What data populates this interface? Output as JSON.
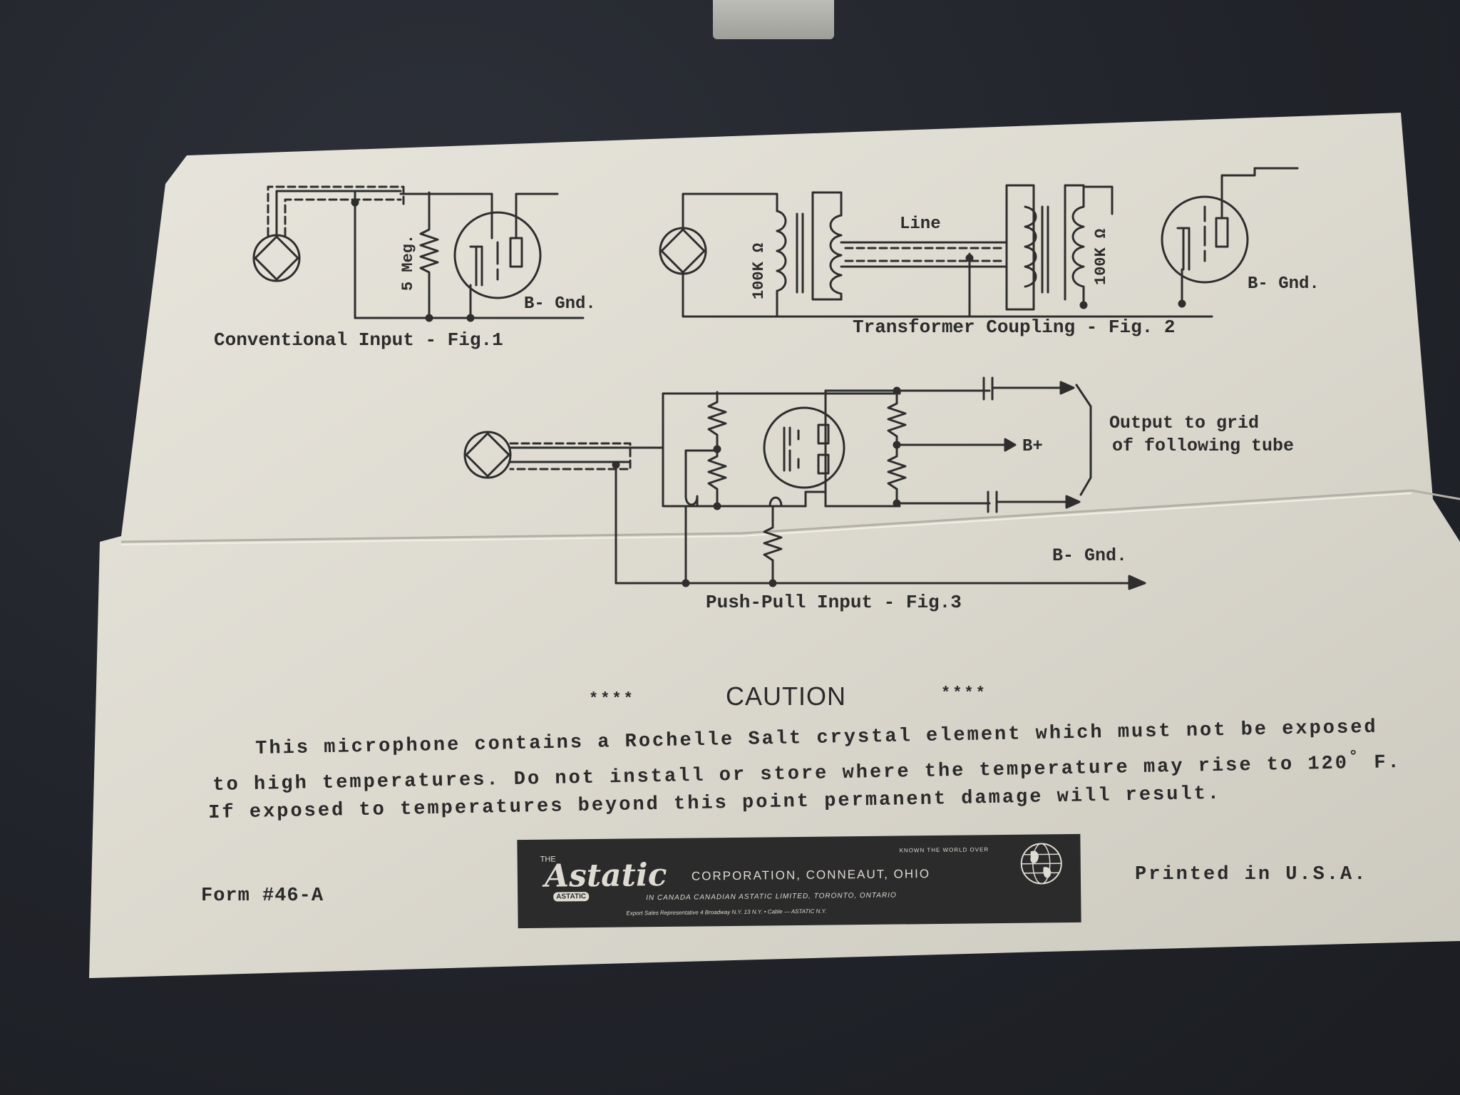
{
  "figures": {
    "fig1": {
      "caption": "Conventional Input - Fig.1",
      "resistor_label": "5 Meg.",
      "ground_label": "B- Gnd."
    },
    "fig2": {
      "caption": "Transformer Coupling - Fig. 2",
      "line_label": "Line",
      "left_impedance": "100K Ω",
      "right_impedance": "100K Ω",
      "ground_label": "B- Gnd."
    },
    "fig3": {
      "caption": "Push-Pull Input - Fig.3",
      "output_label_line1": "Output to grid",
      "output_label_line2": "of following tube",
      "bplus_label": "B+",
      "ground_label": "B- Gnd."
    }
  },
  "caution": {
    "stars_left": "****",
    "heading": "CAUTION",
    "stars_right": "****",
    "line1": "This microphone contains a Rochelle Salt crystal element which must not be exposed",
    "line2": "to high temperatures.  Do not install or store where the temperature may rise to 120",
    "line2_degree": "°",
    "line2_unit": "F.",
    "line3": "If exposed to temperatures beyond this point permanent damage will result."
  },
  "footer": {
    "form_number": "Form #46-A",
    "printed_in": "Printed in U.S.A.",
    "logo": {
      "the": "THE",
      "brand": "Astatic",
      "brand_badge": "ASTATIC",
      "corporation_line": "CORPORATION,   CONNEAUT, OHIO",
      "tagline": "KNOWN THE WORLD OVER",
      "canada_line": "IN CANADA  CANADIAN ASTATIC LIMITED, TORONTO, ONTARIO",
      "export_line": "Export Sales Representative  4   Broadway  N.Y. 13  N.Y.   •   Cable — ASTATIC  N.Y."
    }
  }
}
